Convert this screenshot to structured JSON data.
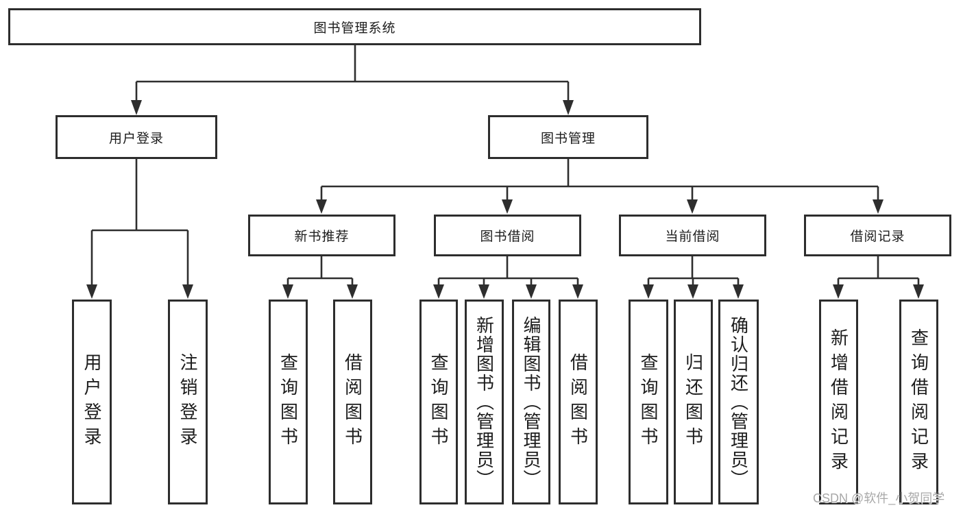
{
  "tree": {
    "root": {
      "label": "图书管理系统"
    },
    "branches": [
      {
        "label": "用户登录",
        "children": [
          {
            "label": "用户登录"
          },
          {
            "label": "注销登录"
          }
        ]
      },
      {
        "label": "图书管理",
        "children": [
          {
            "label": "新书推荐",
            "children": [
              {
                "label": "查询图书"
              },
              {
                "label": "借阅图书"
              }
            ]
          },
          {
            "label": "图书借阅",
            "children": [
              {
                "label": "查询图书"
              },
              {
                "label": "新增图书（管理员）"
              },
              {
                "label": "编辑图书（管理员）"
              },
              {
                "label": "借阅图书"
              }
            ]
          },
          {
            "label": "当前借阅",
            "children": [
              {
                "label": "查询图书"
              },
              {
                "label": "归还图书"
              },
              {
                "label": "确认归还（管理员）"
              }
            ]
          },
          {
            "label": "借阅记录",
            "children": [
              {
                "label": "新增借阅记录"
              },
              {
                "label": "查询借阅记录"
              }
            ]
          }
        ]
      }
    ]
  },
  "watermark": "CSDN @软件_小贺同学",
  "colors": {
    "line": "#2e2e2e",
    "text": "#1c1c1c",
    "watermark": "#a8a8a8",
    "background": "#ffffff"
  }
}
